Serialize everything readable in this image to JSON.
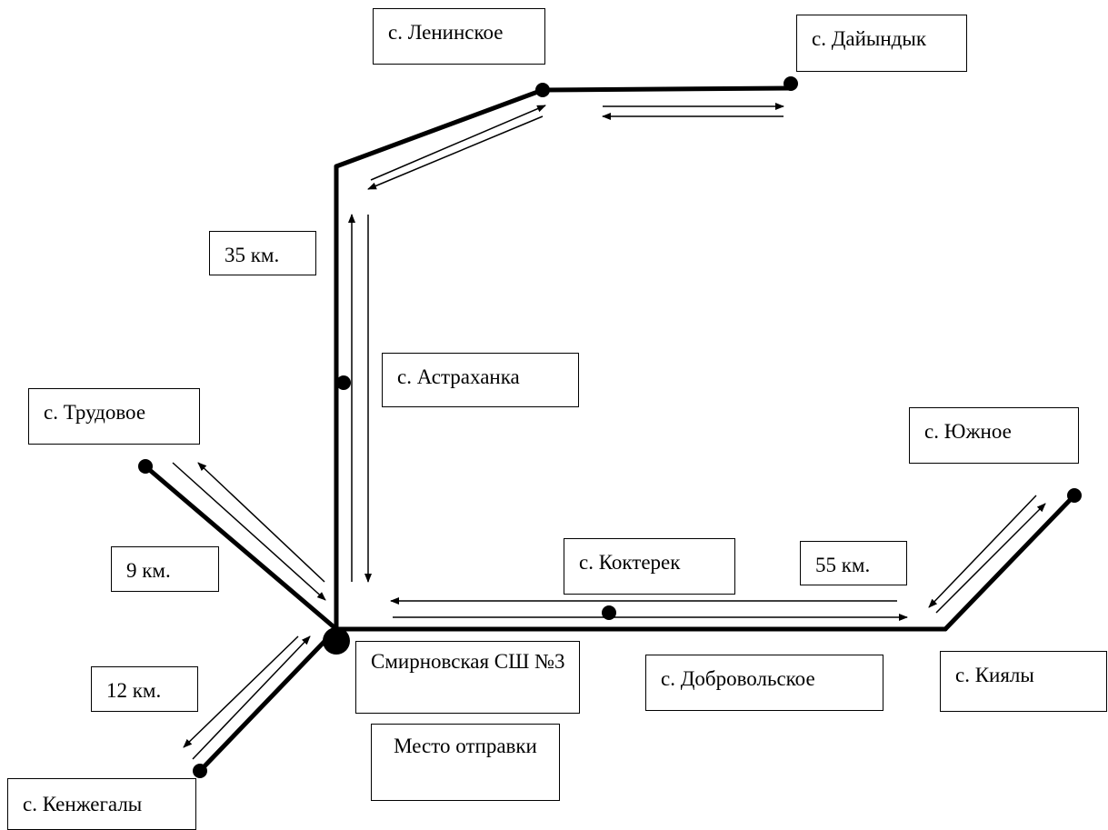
{
  "labels": {
    "leninskoe": "с. Ленинское",
    "daiyndyk": "с. Дайындык",
    "km35": "35 км.",
    "astrakhanka": "с. Астраханка",
    "trudovoe": "с. Трудовое",
    "yuzhnoe": "с. Южное",
    "km9": "9 км.",
    "kokterek": "с. Коктерек",
    "km55": "55 км.",
    "km12": "12 км.",
    "school": "Смирновская СШ №3",
    "dobrovolskoe": "с. Добровольское",
    "kiyaly": "с. Киялы",
    "departure": "Место отправки",
    "kenzhegaly": "с. Кенжегалы"
  }
}
